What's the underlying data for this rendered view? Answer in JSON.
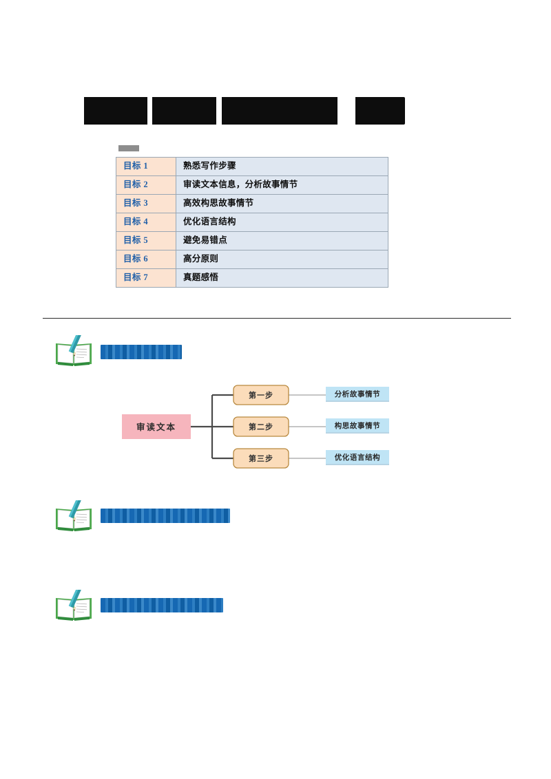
{
  "document": {
    "title_redacted": true,
    "title_placeholder": "████ ██████ ███",
    "table_caption_redacted": "███"
  },
  "objectives": {
    "rows": [
      {
        "key": "目标 1",
        "value": "熟悉写作步骤"
      },
      {
        "key": "目标 2",
        "value": "审读文本信息，分析故事情节"
      },
      {
        "key": "目标 3",
        "value": "高效构思故事情节"
      },
      {
        "key": "目标 4",
        "value": "优化语言结构"
      },
      {
        "key": "目标 5",
        "value": "避免易错点"
      },
      {
        "key": "目标 6",
        "value": "高分原则"
      },
      {
        "key": "目标 7",
        "value": "真题感悟"
      }
    ]
  },
  "sections": [
    {
      "icon": "open-book-pencil-icon",
      "label_redacted": "█████"
    },
    {
      "icon": "open-book-pencil-icon",
      "label_redacted": "【████，████】"
    },
    {
      "icon": "open-book-pencil-icon",
      "label_redacted": "【███████】"
    }
  ],
  "diagram": {
    "type": "flow",
    "root": "审读文本",
    "branches": [
      {
        "step": "第一步",
        "outcome": "分析故事情节"
      },
      {
        "step": "第二步",
        "outcome": "构思故事情节"
      },
      {
        "step": "第三步",
        "outcome": "优化语言结构"
      }
    ]
  },
  "colors": {
    "root_box": "#f6b5bd",
    "step_box": "#fbdcba",
    "step_border": "#b8893f",
    "outcome_box": "#bfe4f5",
    "connector": "#4a4a4a",
    "table_key_bg": "#fce3d1",
    "table_value_bg": "#dfe7f1",
    "table_key_text": "#1f5fa8",
    "heading_blue": "#1668b3",
    "book_green": "#4aa84a",
    "pencil_teal": "#2e9aa8"
  }
}
